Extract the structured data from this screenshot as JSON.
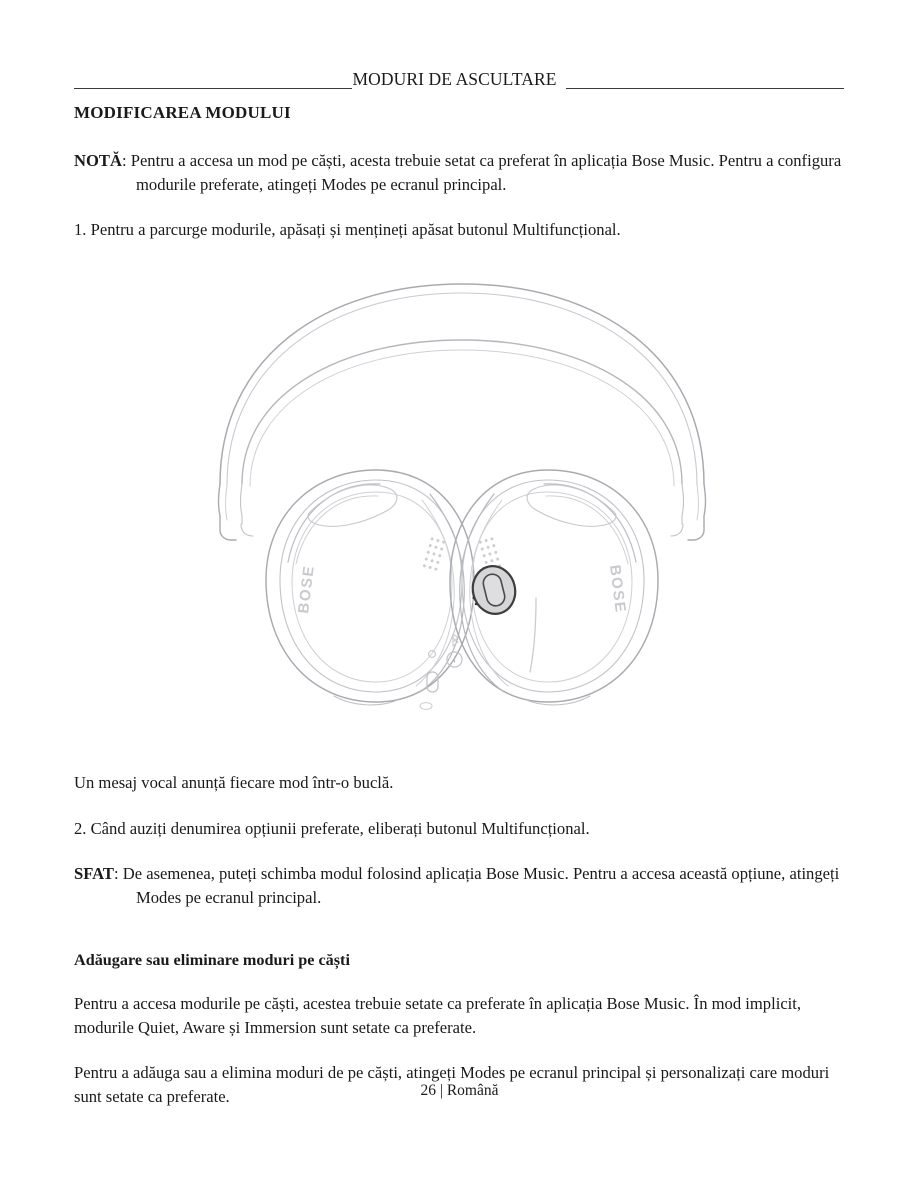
{
  "header": {
    "title": "MODURI DE ASCULTARE"
  },
  "sections": {
    "section_heading": "MODIFICAREA MODULUI",
    "note": {
      "lead": "NOTĂ",
      "text": ": Pentru a accesa un mod pe căști, acesta trebuie setat ca preferat în aplicația Bose Music. Pentru a configura modurile preferate, atingeți Modes pe ecranul principal."
    },
    "step_1": "1. Pentru a parcurge modurile, apăsați și mențineți apăsat butonul Multifuncțional.",
    "caption": "Un mesaj vocal anunță fiecare mod într-o buclă.",
    "step_2": "2. Când auziți denumirea opțiunii preferate, eliberați butonul Multifuncțional.",
    "tip": {
      "lead": "SFAT",
      "text": ":  De asemenea, puteți schimba modul folosind aplicația Bose Music. Pentru a accesa această opțiune, atingeți Modes pe ecranul principal."
    },
    "subheading": "Adăugare sau eliminare moduri pe căști",
    "paragraph_1": "Pentru a accesa modurile pe căști, acestea trebuie setate ca preferate în aplicația Bose Music. În mod implicit, modurile Quiet, Aware și Immersion sunt setate ca preferate.",
    "paragraph_2": "Pentru a adăuga sau a elimina moduri de pe căști, atingeți Modes pe ecranul principal și personalizați care moduri sunt setate ca preferate."
  },
  "figure": {
    "alt": "Ilustrație căști Bose QuietComfort cu butonul Multifuncțional evidențiat",
    "brand_left": "BOSE",
    "brand_right": "BOSE",
    "highlight_color": "#3d3d3d",
    "line_color": "#a9aab0",
    "line_color_light": "#c9cace",
    "button_fill": "#d4d4d6"
  },
  "footer": {
    "page_label": "26 | Română"
  }
}
